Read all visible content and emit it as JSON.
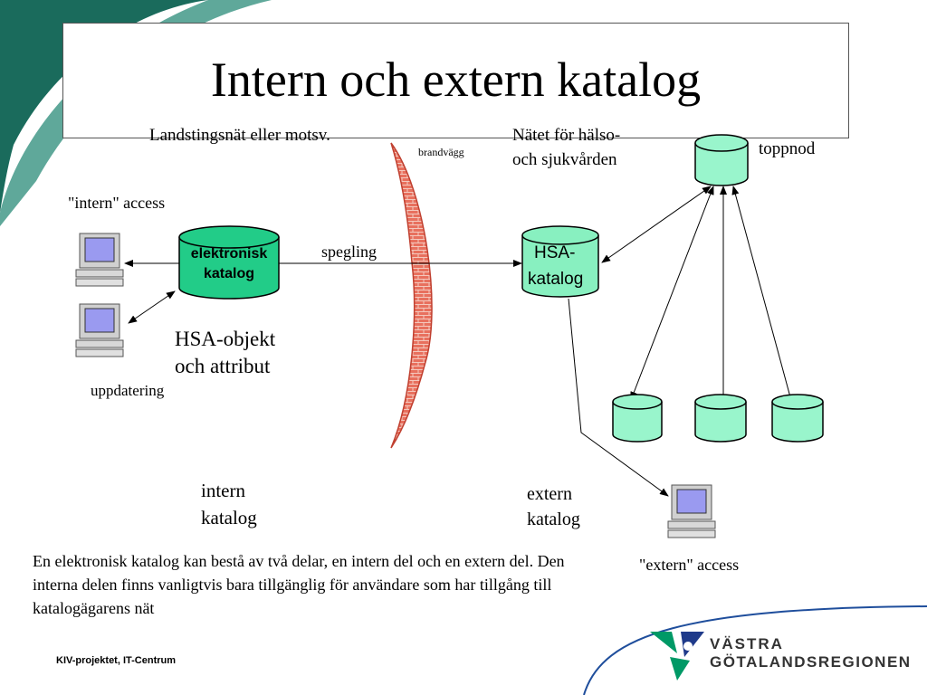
{
  "title": "Intern och extern katalog",
  "diagram": {
    "left_network_label": "Landstingsnät eller motsv.",
    "firewall_label": "brandvägg",
    "right_network_label_1": "Nätet för hälso-",
    "right_network_label_2": "och sjukvården",
    "top_node_label": "toppnod",
    "intern_access_label": "\"intern\" access",
    "elektronisk_katalog_1": "elektronisk",
    "elektronisk_katalog_2": "katalog",
    "spegling_label": "spegling",
    "hsa_katalog_1": "HSA-",
    "hsa_katalog_2": "katalog",
    "hsa_objekt_1": "HSA-objekt",
    "hsa_objekt_2": "och attribut",
    "uppdatering_label": "uppdatering",
    "intern_katalog_1": "intern",
    "intern_katalog_2": "katalog",
    "extern_katalog_1": "extern",
    "extern_katalog_2": "katalog",
    "extern_access_label": "\"extern\" access"
  },
  "caption": "En elektronisk katalog kan bestå av två delar, en intern del och en extern del. Den interna delen finns vanligtvis bara tillgänglig för användare som har tillgång till katalogägarens nät",
  "footer": "KIV-projektet, IT-Centrum",
  "logo": {
    "line1": "VÄSTRA",
    "line2": "GÖTALANDSREGIONEN"
  },
  "colors": {
    "teal_dark": "#1a6b5c",
    "node_fill": "#66f0b0",
    "node_fill_light": "#a0f5d0",
    "firewall": "#e05a4a",
    "logo_green": "#009966",
    "logo_blue": "#1f3a8a",
    "curve_blue": "#1f4e9c"
  }
}
